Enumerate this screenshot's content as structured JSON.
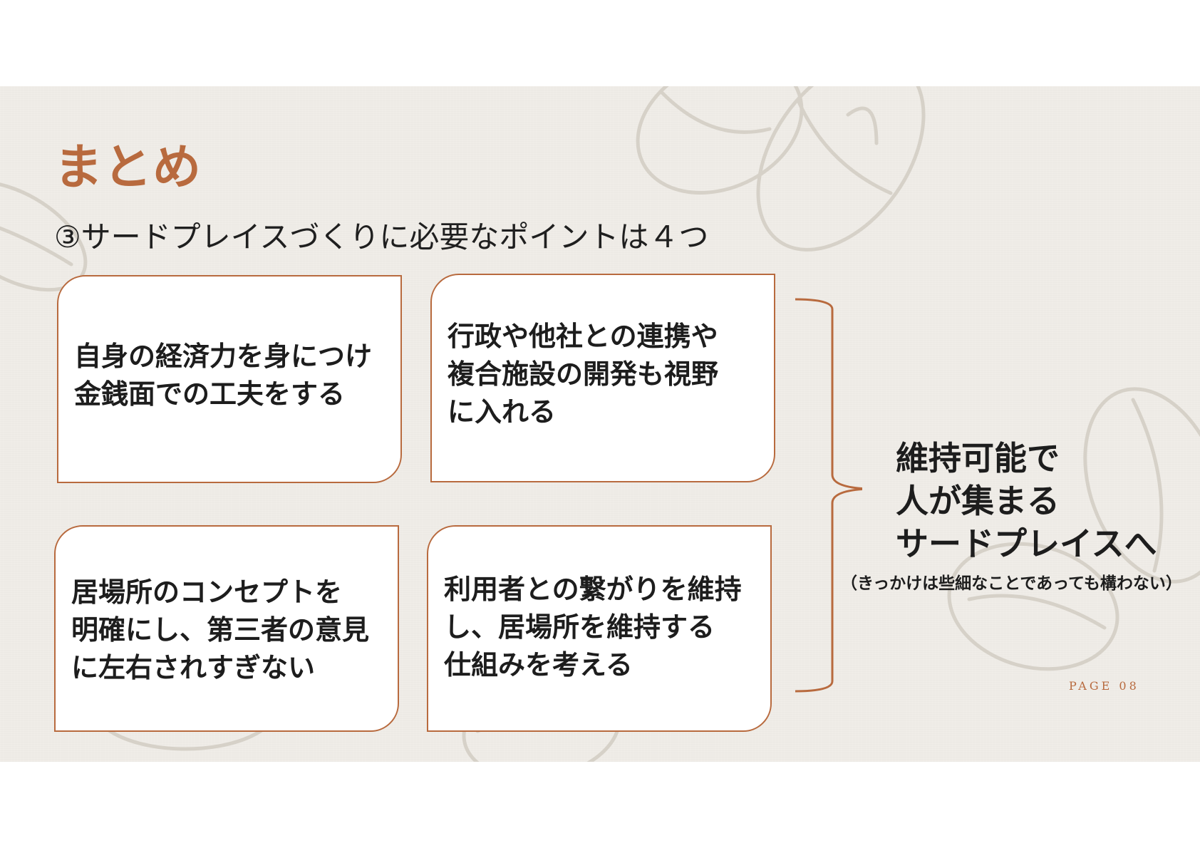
{
  "slide": {
    "title": "まとめ",
    "subtitle": "③サードプレイスづくりに必要なポイントは４つ",
    "points": [
      {
        "text": "自身の経済力を身につけ\n金銭面での工夫をする"
      },
      {
        "text": "行政や他社との連携や\n複合施設の開発も視野\nに入れる"
      },
      {
        "text": "居場所のコンセプトを\n明確にし、第三者の意見\nに左右されすぎない"
      },
      {
        "text": "利用者との繋がりを維持\nし、居場所を維持する\n仕組みを考える"
      }
    ],
    "conclusion": "維持可能で\n人が集まる\nサードプレイスへ",
    "note": "（きっかけは些細なことであっても構わない）",
    "page_number": "PAGE 08"
  },
  "colors": {
    "accent": "#b86a3e",
    "background": "#efece7",
    "text": "#1d1d1d"
  }
}
